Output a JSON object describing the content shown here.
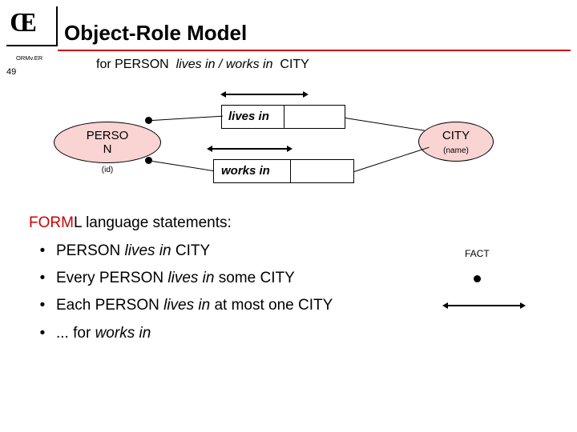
{
  "header": {
    "logo_text": "Œ",
    "title": "Object-Role Model",
    "orm_version": "ORMv.ER",
    "page_number": "49",
    "rule_color": "#cc0000"
  },
  "subtitle": {
    "lead": "for PERSON",
    "predicate": "lives in / works in",
    "object": "CITY"
  },
  "diagram": {
    "entity_person": {
      "label_line1": "PERSO",
      "label_line2": "N",
      "reference": "(id)",
      "fill": "#fad3d3"
    },
    "entity_city": {
      "label": "CITY",
      "reference": "(name)",
      "fill": "#fad3d3"
    },
    "fact_type_1": {
      "predicate": "lives in"
    },
    "fact_type_2": {
      "predicate": "works in"
    }
  },
  "body": {
    "heading_red": "FORM",
    "heading_rest": "L  language statements:",
    "bullets": [
      {
        "bullet": "•",
        "pre": "PERSON ",
        "italic": "lives in",
        "post": " CITY"
      },
      {
        "bullet": "•",
        "pre": "Every PERSON ",
        "italic": "lives in",
        "post": " some CITY"
      },
      {
        "bullet": "•",
        "pre": "Each PERSON ",
        "italic": "lives in",
        "post": " at most one CITY"
      },
      {
        "bullet": "•",
        "pre": "... for  ",
        "italic": "works in",
        "post": ""
      }
    ],
    "fact_label": "FACT"
  }
}
